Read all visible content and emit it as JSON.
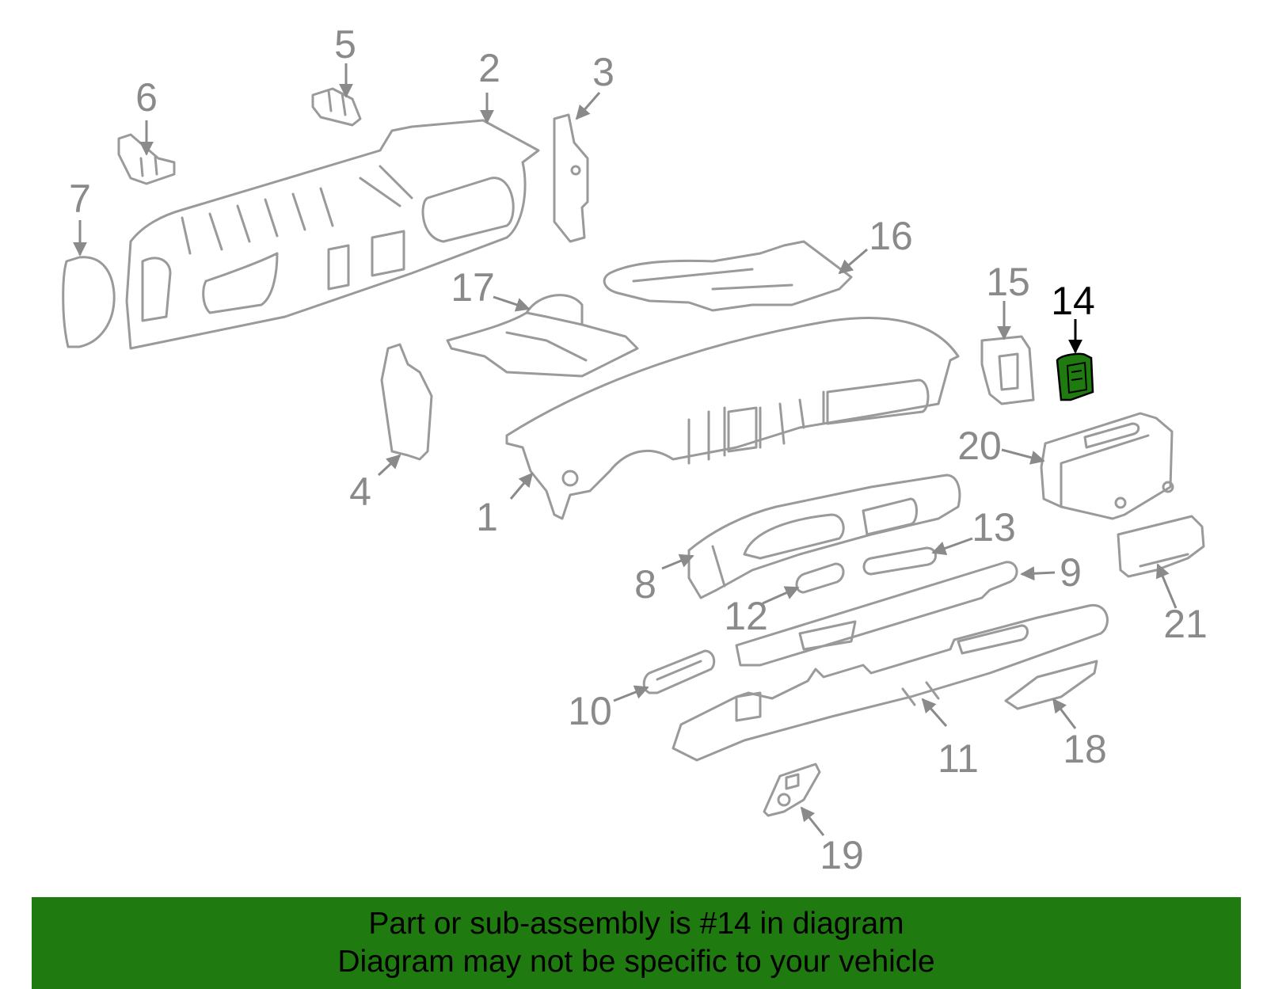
{
  "diagram": {
    "callouts": [
      "1",
      "2",
      "3",
      "4",
      "5",
      "6",
      "7",
      "8",
      "9",
      "10",
      "11",
      "12",
      "13",
      "14",
      "15",
      "16",
      "17",
      "18",
      "19",
      "20",
      "21"
    ],
    "highlighted_callout": "14",
    "highlight_color": "#1f7a10",
    "line_color": "#9a9a9a"
  },
  "banner": {
    "line1": "Part or sub-assembly is #14 in diagram",
    "line2": "Diagram may not be specific to your vehicle",
    "background": "#1f7a10"
  }
}
